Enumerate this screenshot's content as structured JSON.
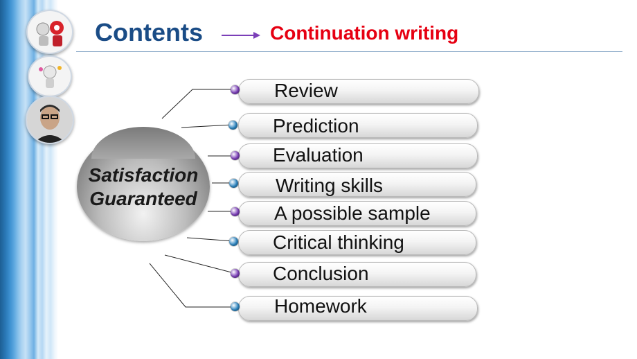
{
  "header": {
    "title": "Contents",
    "subtitle": "Continuation writing"
  },
  "hub": {
    "line1": "Satisfaction",
    "line2": "Guaranteed"
  },
  "items": [
    {
      "label": "Review",
      "dot_color": "#7b3fb8"
    },
    {
      "label": "Prediction",
      "dot_color": "#2e86c1"
    },
    {
      "label": "Evaluation",
      "dot_color": "#7b3fb8"
    },
    {
      "label": "Writing skills",
      "dot_color": "#2e86c1"
    },
    {
      "label": "A possible sample",
      "dot_color": "#7b3fb8"
    },
    {
      "label": "Critical thinking",
      "dot_color": "#2e86c1"
    },
    {
      "label": "Conclusion",
      "dot_color": "#7b3fb8"
    },
    {
      "label": "Homework",
      "dot_color": "#2e86c1"
    }
  ],
  "colors": {
    "title": "#1a4c86",
    "subtitle": "#e60012",
    "arrow": "#7b3fb8"
  },
  "icons": [
    "robot-avatar-icon",
    "cartoon-figure-avatar-icon",
    "portrait-photo-avatar-icon",
    "arrow-right-icon"
  ]
}
